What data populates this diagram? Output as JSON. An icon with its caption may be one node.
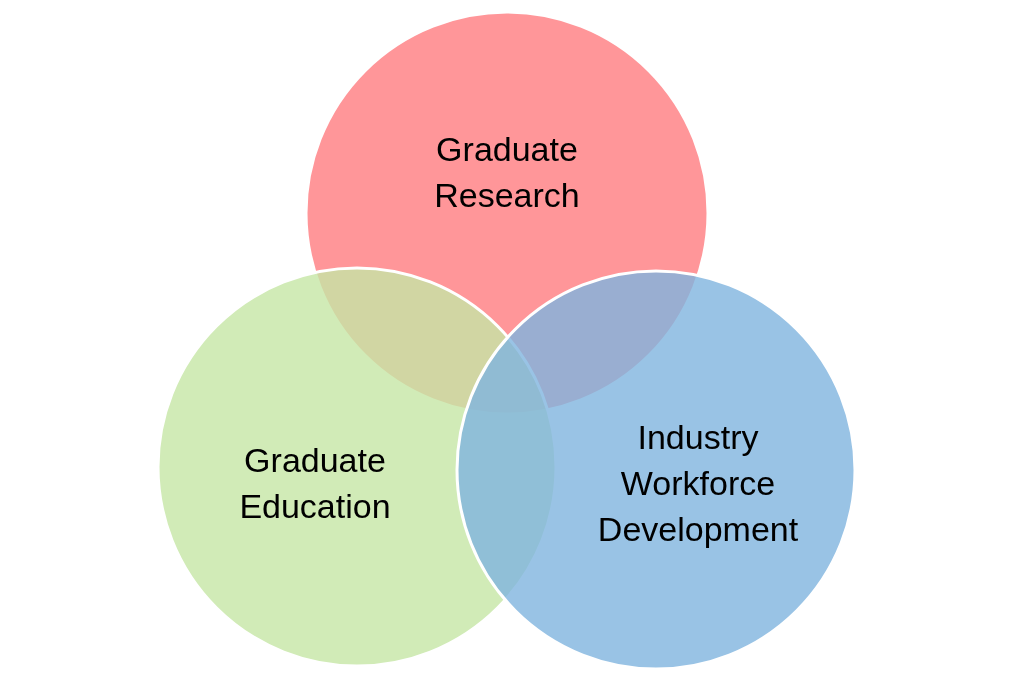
{
  "diagram": {
    "nodes": [
      {
        "text": [
          "Graduate Research"
        ]
      },
      {
        "text": [
          "Graduate Education"
        ]
      },
      {
        "text": [
          "Industry Workforce Development"
        ]
      }
    ]
  }
}
